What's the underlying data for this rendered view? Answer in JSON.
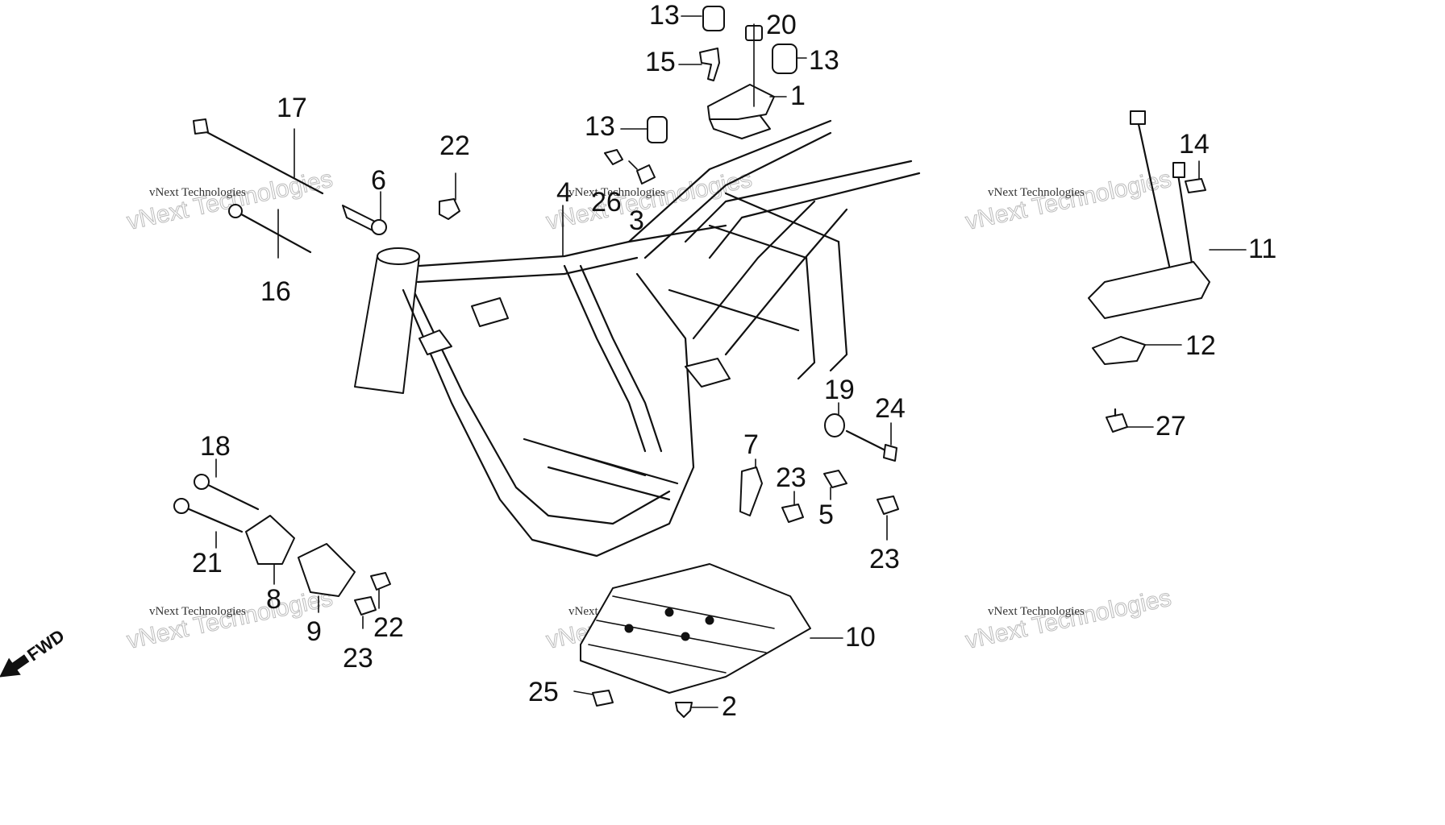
{
  "callouts": {
    "c1": "1",
    "c2": "2",
    "c3": "3",
    "c4": "4",
    "c5": "5",
    "c6": "6",
    "c7": "7",
    "c8": "8",
    "c9": "9",
    "c10": "10",
    "c11": "11",
    "c12": "12",
    "c13a": "13",
    "c13b": "13",
    "c13c": "13",
    "c14": "14",
    "c15": "15",
    "c16": "16",
    "c17": "17",
    "c18": "18",
    "c19": "19",
    "c20": "20",
    "c21": "21",
    "c22a": "22",
    "c22b": "22",
    "c23a": "23",
    "c23b": "23",
    "c23c": "23",
    "c24": "24",
    "c25": "25",
    "c26": "26",
    "c27": "27"
  },
  "watermark": {
    "small": "vNext Technologies",
    "big": "vNext Technologies"
  },
  "direction": {
    "label": "FWD",
    "icon": "arrow-left-icon"
  }
}
